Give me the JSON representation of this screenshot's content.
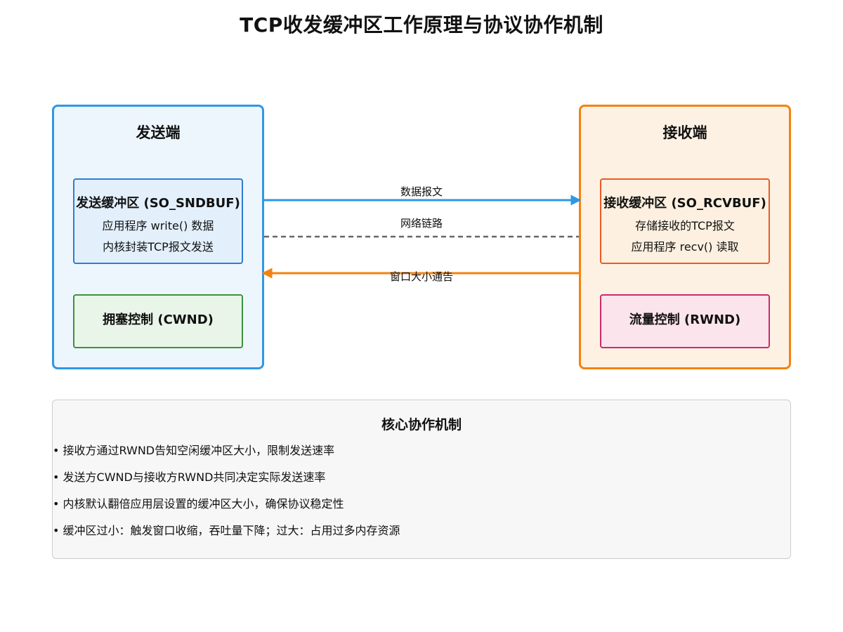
{
  "title": "TCP收发缓冲区工作原理与协议协作机制",
  "colors": {
    "sender_border": "#2f98e6",
    "sender_fill": "#eef6fd",
    "send_buf_border": "#2f7dd1",
    "send_buf_fill": "#e3f0fc",
    "cwnd_border": "#3f913f",
    "cwnd_fill": "#e8f5e8",
    "receiver_border": "#f5820f",
    "receiver_fill": "#fdf1e4",
    "recv_buf_border": "#ec5a24",
    "recv_buf_fill": "#fdf0e0",
    "rwnd_border": "#cc2a6d",
    "rwnd_fill": "#fce4ec",
    "data_arrow": "#2f98e6",
    "window_arrow": "#f5820f",
    "network_line": "#666666"
  },
  "sender": {
    "title": "发送端",
    "send_buffer": {
      "title": "发送缓冲区 (SO_SNDBUF)",
      "line1": "应用程序 write() 数据",
      "line2": "内核封装TCP报文发送"
    },
    "cwnd": {
      "title": "拥塞控制 (CWND)"
    }
  },
  "receiver": {
    "title": "接收端",
    "recv_buffer": {
      "title": "接收缓冲区 (SO_RCVBUF)",
      "line1": "存储接收的TCP报文",
      "line2": "应用程序 recv() 读取"
    },
    "rwnd": {
      "title": "流量控制 (RWND)"
    }
  },
  "links": {
    "data": "数据报文",
    "network": "网络链路",
    "window": "窗口大小通告"
  },
  "mechanisms": {
    "title": "核心协作机制",
    "items": [
      "• 接收方通过RWND告知空闲缓冲区大小，限制发送速率",
      "• 发送方CWND与接收方RWND共同决定实际发送速率",
      "• 内核默认翻倍应用层设置的缓冲区大小，确保协议稳定性",
      "• 缓冲区过小：触发窗口收缩，吞吐量下降；过大：占用过多内存资源"
    ]
  }
}
